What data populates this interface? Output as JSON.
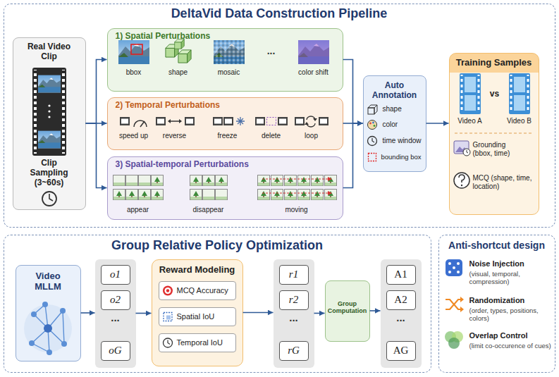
{
  "diagram": {
    "nodes": [
      {
        "text": [
          "DeltaVid Data Construction Pipeline"
        ]
      },
      {
        "text": [
          "Real Video Clip",
          "Clip Sampling (3~60s)"
        ],
        "in": 0
      },
      {
        "text": [
          "1) Spatial Perturbations",
          "bbox",
          "shape",
          "mosaic",
          "...",
          "color shift"
        ],
        "in": 0
      },
      {
        "text": [
          "2) Temporal Perturbations",
          "speed up",
          "reverse",
          "freeze",
          "delete",
          "loop"
        ],
        "in": 0
      },
      {
        "text": [
          "3) Spatial-temporal Perturbations",
          "appear",
          "disappear",
          "moving"
        ],
        "in": 0
      },
      {
        "text": [
          "Auto Annotation",
          "shape",
          "color",
          "time window",
          "bounding box"
        ],
        "in": 0
      },
      {
        "text": [
          "Training Samples",
          "Video A",
          "vs",
          "Video B",
          "Grounding (bbox, time)",
          "MCQ (shape, time, location)"
        ],
        "in": 0
      },
      {
        "text": [
          "Group Relative Policy Optimization"
        ]
      },
      {
        "text": [
          "Video MLLM"
        ],
        "in": 7
      },
      {
        "text": [
          "..."
        ],
        "in": 7
      },
      {
        "text": [
          "o1"
        ],
        "in": 9
      },
      {
        "text": [
          "o2"
        ],
        "in": 9
      },
      {
        "text": [
          "oG"
        ],
        "in": 9
      },
      {
        "text": [
          "Reward Modeling"
        ],
        "in": 7
      },
      {
        "text": [
          "MCQ Accuracy"
        ],
        "in": 13
      },
      {
        "text": [
          "Spatial IoU"
        ],
        "in": 13
      },
      {
        "text": [
          "Temporal IoU"
        ],
        "in": 13
      },
      {
        "text": [
          "..."
        ],
        "in": 7
      },
      {
        "text": [
          "r1"
        ],
        "in": 17
      },
      {
        "text": [
          "r2"
        ],
        "in": 17
      },
      {
        "text": [
          "rG"
        ],
        "in": 17
      },
      {
        "text": [
          "Group Computation"
        ],
        "in": 7
      },
      {
        "text": [
          "..."
        ],
        "in": 7
      },
      {
        "text": [
          "A1"
        ],
        "in": 22
      },
      {
        "text": [
          "A2"
        ],
        "in": 22
      },
      {
        "text": [
          "AG"
        ],
        "in": 22
      },
      {
        "text": [
          "Anti-shortcut design",
          "Noise Injection",
          "(visual, temporal, compression)",
          "Randomization",
          "(order, types, positions, colors)",
          "Overlap Control",
          "(limit co-occurence of cues)"
        ]
      }
    ],
    "edges": [
      {
        "from": 1,
        "to": 2,
        "arrow": "to"
      },
      {
        "from": 1,
        "to": 3,
        "arrow": "to"
      },
      {
        "from": 1,
        "to": 4,
        "arrow": "to"
      },
      {
        "from": 2,
        "to": 5,
        "arrow": "to"
      },
      {
        "from": 3,
        "to": 5,
        "arrow": "to"
      },
      {
        "from": 4,
        "to": 5,
        "arrow": "to"
      },
      {
        "from": 5,
        "to": 6,
        "arrow": "to"
      },
      {
        "from": 8,
        "to": 9,
        "arrow": "to"
      },
      {
        "from": 9,
        "to": 13,
        "arrow": "to"
      },
      {
        "from": 13,
        "to": 17,
        "arrow": "to"
      },
      {
        "from": 17,
        "to": 21,
        "arrow": "to"
      },
      {
        "from": 21,
        "to": 22,
        "arrow": "to"
      }
    ]
  }
}
